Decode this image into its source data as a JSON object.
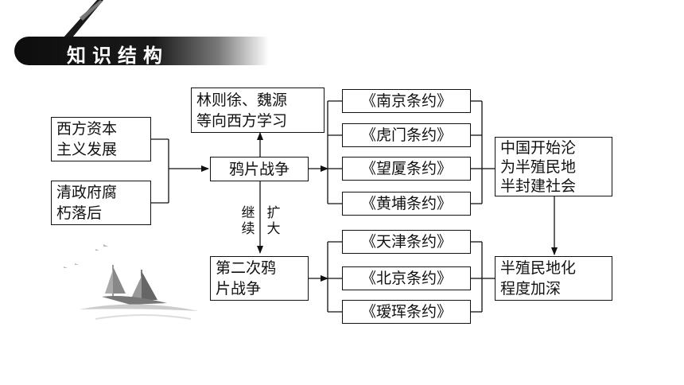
{
  "header": {
    "title": "知识结构"
  },
  "causes": [
    {
      "line1": "西方资本",
      "line2": "主义发展"
    },
    {
      "line1": "清政府腐",
      "line2": "朽落后"
    }
  ],
  "opium_war": {
    "label": "鸦片战争"
  },
  "learn_west": {
    "line1": "林则徐、魏源",
    "line2": "等向西方学习"
  },
  "transition": {
    "left": "继续",
    "right": "扩大"
  },
  "second_war": {
    "line1": "第二次鸦",
    "line2": "片战争"
  },
  "treaties_first": [
    "《南京条约》",
    "《虎门条约》",
    "《望厦条约》",
    "《黄埔条约》"
  ],
  "treaties_second": [
    "《天津条约》",
    "《北京条约》",
    "《瑷珲条约》"
  ],
  "result_first": {
    "line1": "中国开始沦",
    "line2": "为半殖民地",
    "line3": "半封建社会"
  },
  "result_second": {
    "line1": "半殖民地化",
    "line2": "程度加深"
  },
  "colors": {
    "ink": "#111111",
    "header_bg": "#111111",
    "header_text": "#ffffff"
  }
}
